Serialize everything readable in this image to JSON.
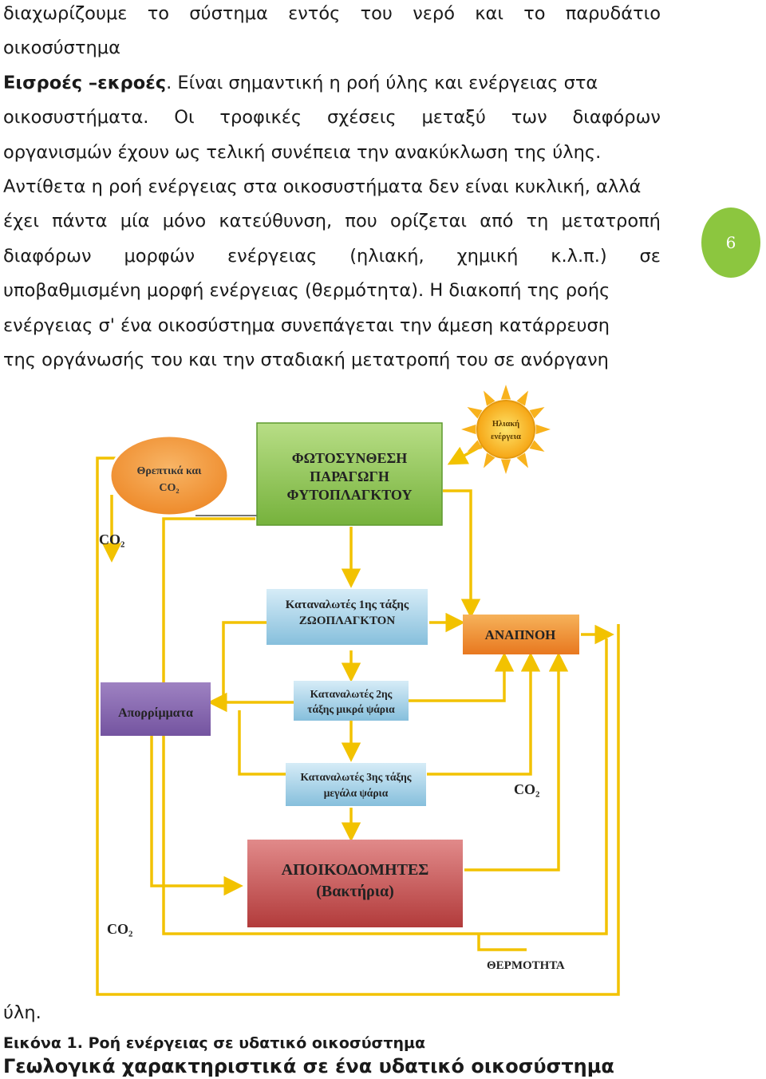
{
  "paragraph": {
    "lines": [
      {
        "words": [
          "διαχωρίζουμε",
          "το",
          "σύστημα",
          "εντός",
          "του",
          "νερό",
          "και",
          "το",
          "παρυδάτιο"
        ],
        "justify": true
      },
      {
        "text": "οικοσύστημα"
      },
      {
        "bold": "Εισροές –εκροές",
        "rest": ". Είναι σημαντική η ροή ύλης και ενέργειας στα"
      },
      {
        "words": [
          "οικοσυστήματα.",
          "Οι",
          "τροφικές",
          "σχέσεις",
          "μεταξύ",
          "των",
          "διαφόρων"
        ],
        "justify": true
      },
      {
        "text": "οργανισμών έχουν ως τελική συνέπεια την ανακύκλωση της ύλης."
      },
      {
        "text": "Αντίθετα η ροή ενέργειας στα οικοσυστήματα δεν είναι κυκλική, αλλά"
      },
      {
        "words": [
          "έχει",
          "πάντα",
          "μία",
          "μόνο",
          "κατεύθυνση,",
          "που",
          "ορίζεται",
          "από",
          "τη",
          "μετατροπή"
        ],
        "justify": true
      },
      {
        "words": [
          "διαφόρων",
          "μορφών",
          "ενέργειας",
          "(ηλιακή,",
          "χημική",
          "κ.λ.π.)",
          "σε"
        ],
        "justify": true
      },
      {
        "text": "υποβαθμισμένη μορφή ενέργειας (θερμότητα). Η διακοπή της ροής"
      },
      {
        "text": "ενέργειας σ' ένα οικοσύστημα συνεπάγεται την άμεση κατάρρευση"
      },
      {
        "text": "της οργάνωσής του και την σταδιακή μετατροπή του σε ανόργανη"
      }
    ],
    "last_line": "ύλη."
  },
  "page_number": "6",
  "diagram": {
    "sun_label": [
      "Ηλιακή",
      "ενέργεια"
    ],
    "nutrients_label": [
      "Θρεπτικά και",
      "CO₂"
    ],
    "photosynthesis_label": [
      "ΦΩΤΟΣΥΝΘΕΣΗ",
      "ΠΑΡΑΓΩΓΗ",
      "ΦΥΤΟΠΛΑΓΚΤΟΥ"
    ],
    "consumers1_label": [
      "Καταναλωτές 1ης τάξης",
      "ΖΩΟΠΛΑΓΚΤΟΝ"
    ],
    "respiration_label": "ΑΝΑΠΝΟΗ",
    "waste_label": "Απορρίμματα",
    "consumers2_label": [
      "Καταναλωτές 2ης",
      "τάξης μικρά ψάρια"
    ],
    "consumers3_label": [
      "Καταναλωτές 3ης τάξης",
      "μεγάλα ψάρια"
    ],
    "decomposers_label": [
      "ΑΠΟΙΚΟΔΟΜΗΤΕΣ",
      "(Βακτήρια)"
    ],
    "co2_label": "CO₂",
    "heat_label": "ΘΕΡΜΟΤΗΤΑ",
    "colors": {
      "arrow": "#f2c200",
      "photosynthesis": "#8dc44e",
      "nutrients": "#f39535",
      "consumers": "#9ccde6",
      "respiration": "#f0892c",
      "waste": "#8463a8",
      "decomposers": "#c14d4d",
      "sun": "#f8b21c"
    }
  },
  "caption": "Εικόνα 1. Ροή ενέργειας σε υδατικό οικοσύστημα",
  "subheading": "Γεωλογικά χαρακτηριστικά σε ένα υδατικό οικοσύστημα"
}
